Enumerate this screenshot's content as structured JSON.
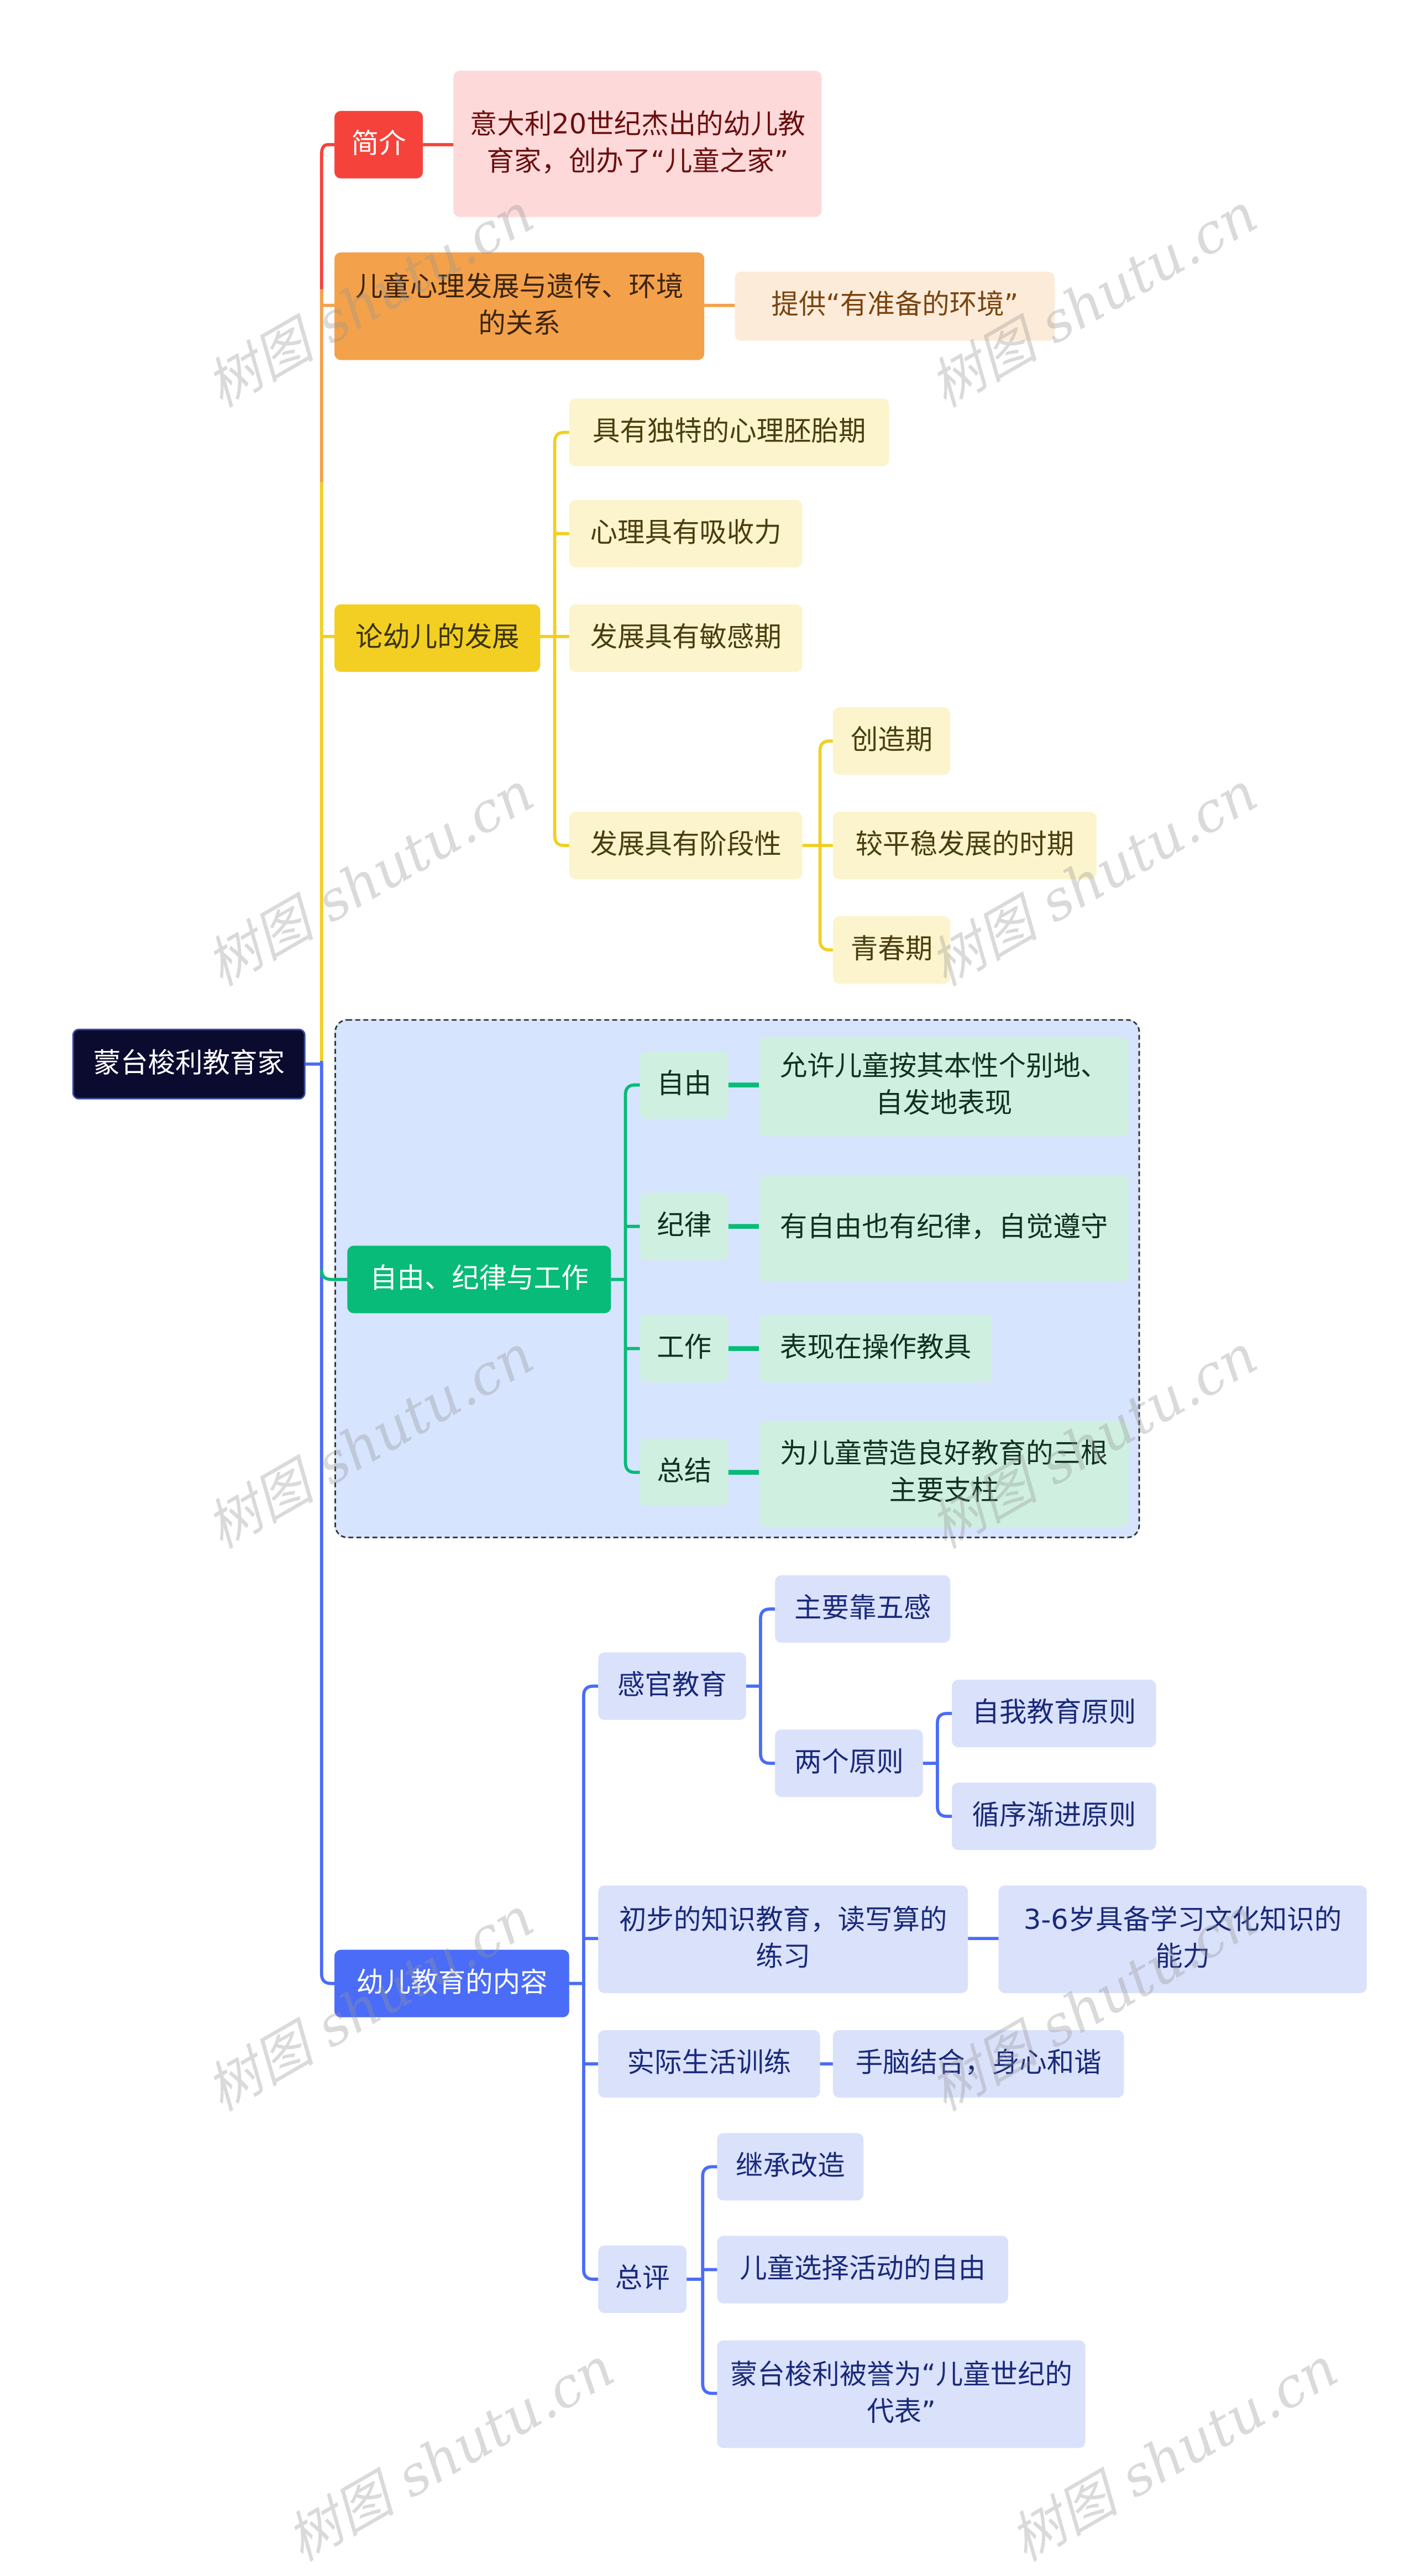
{
  "root": "蒙台梭利教育家",
  "branches": {
    "intro": {
      "label": "简介",
      "child": "意大利20世纪杰出的幼儿教育家，创办了“儿童之家”"
    },
    "heredity": {
      "label": "儿童心理发展与遗传、环境的关系",
      "child": "提供“有准备的环境”"
    },
    "development": {
      "label": "论幼儿的发展",
      "children": [
        "具有独特的心理胚胎期",
        "心理具有吸收力",
        "发展具有敏感期",
        "发展具有阶段性"
      ],
      "stages": [
        "创造期",
        "较平稳发展的时期",
        "青春期"
      ]
    },
    "freedom": {
      "label": "自由、纪律与工作",
      "children": [
        {
          "label": "自由",
          "detail": "允许儿童按其本性个别地、自发地表现"
        },
        {
          "label": "纪律",
          "detail": "有自由也有纪律，自觉遵守"
        },
        {
          "label": "工作",
          "detail": "表现在操作教具"
        },
        {
          "label": "总结",
          "detail": "为儿童营造良好教育的三根主要支柱"
        }
      ]
    },
    "content": {
      "label": "幼儿教育的内容",
      "sensory": {
        "label": "感官教育",
        "five": "主要靠五感",
        "principles": "两个原则",
        "p1": "自我教育原则",
        "p2": "循序渐进原则"
      },
      "knowledge": {
        "label": "初步的知识教育，读写算的练习",
        "detail": "3-6岁具备学习文化知识的能力"
      },
      "life": {
        "label": "实际生活训练",
        "detail": "手脑结合，身心和谐"
      },
      "review": {
        "label": "总评",
        "items": [
          "继承改造",
          "儿童选择活动的自由",
          "蒙台梭利被誉为“儿童世纪的代表”"
        ]
      }
    }
  },
  "watermark": "树图 shutu.cn",
  "colors": {
    "red": "#f5433b",
    "orange": "#f4a14b",
    "yellow": "#f2cf22",
    "green": "#08bb78",
    "blue": "#4a6cf7",
    "root": "#0b0b30"
  }
}
